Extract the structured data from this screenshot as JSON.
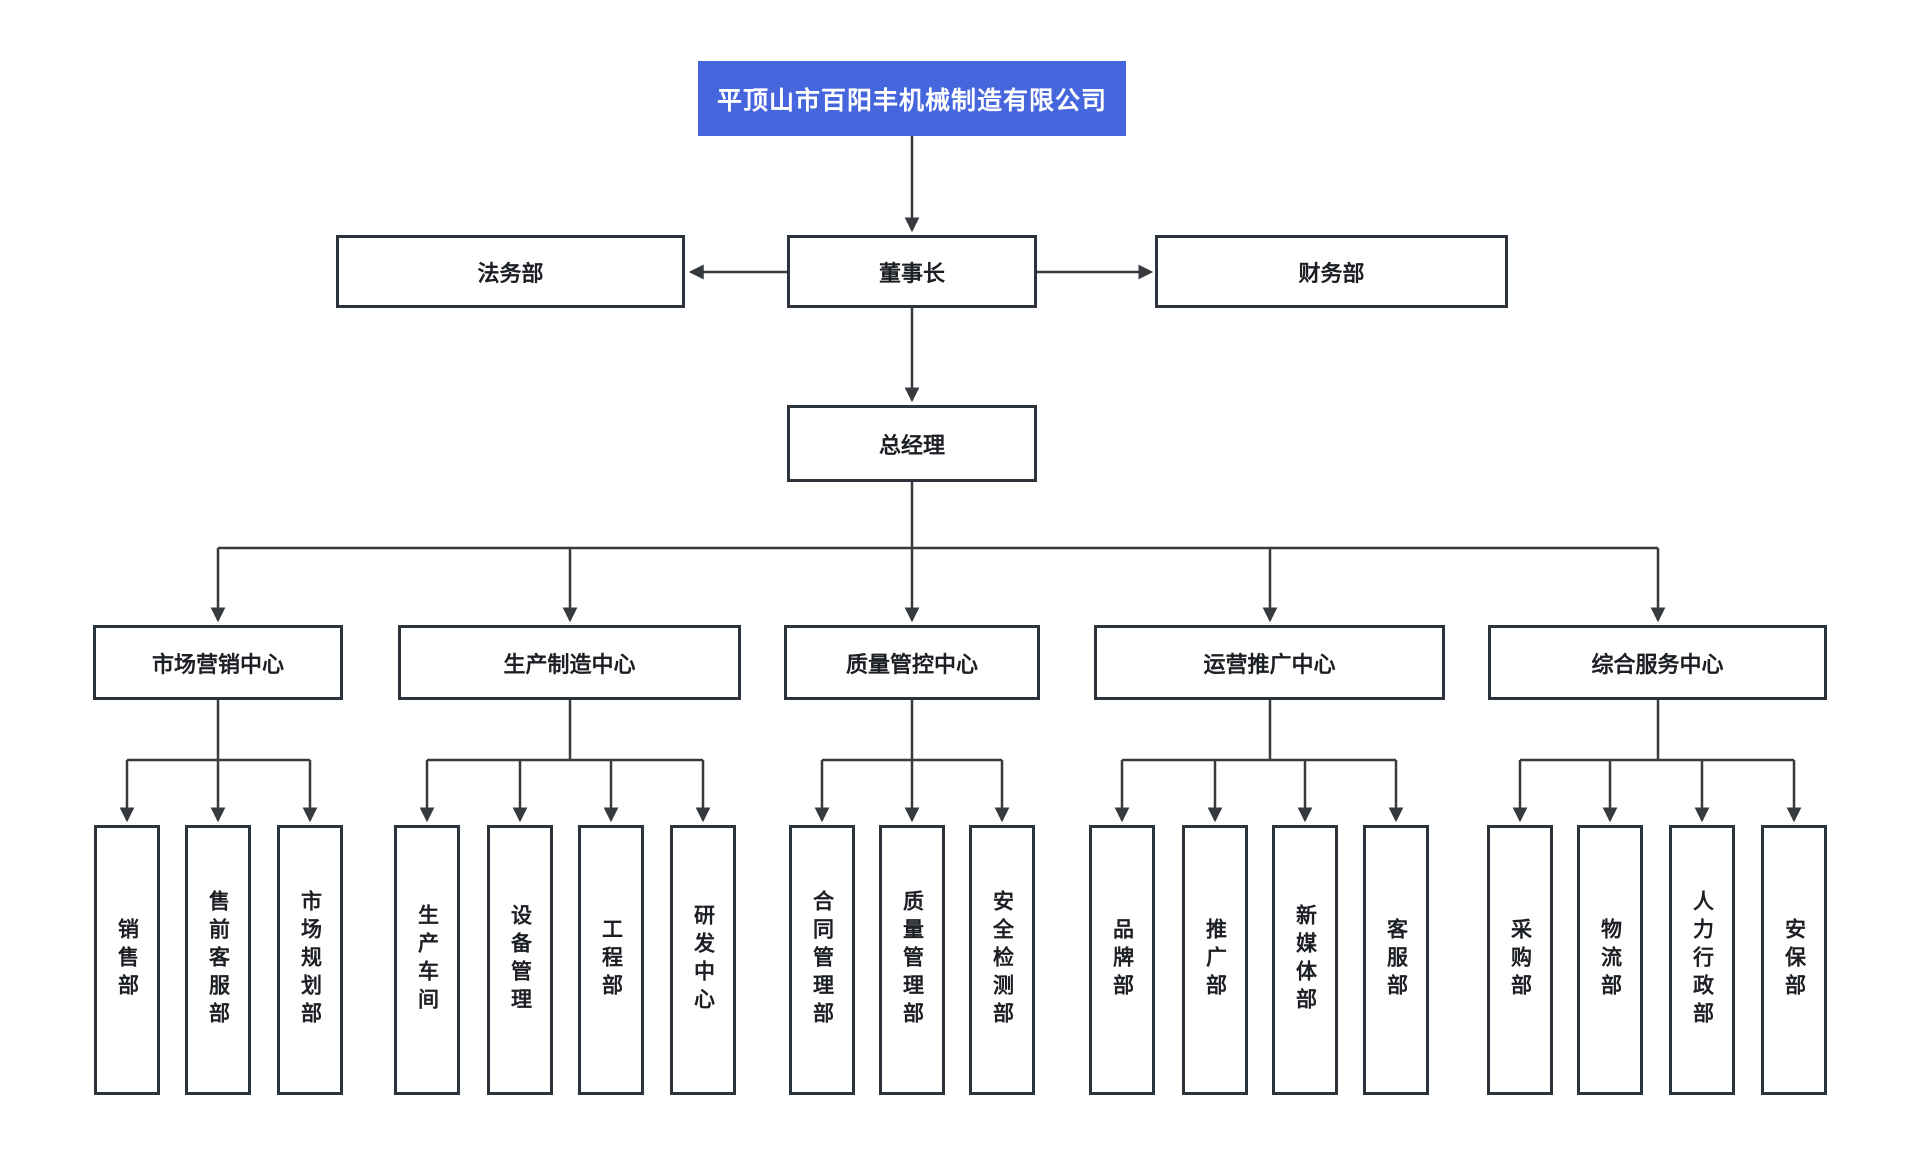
{
  "org": {
    "company": "平顶山市百阳丰机械制造有限公司",
    "chairman": "董事长",
    "legal": "法务部",
    "finance": "财务部",
    "general_manager": "总经理",
    "centers": [
      {
        "label": "市场营销中心",
        "children": [
          "销售部",
          "售前客服部",
          "市场规划部"
        ]
      },
      {
        "label": "生产制造中心",
        "children": [
          "生产车间",
          "设备管理",
          "工程部",
          "研发中心"
        ]
      },
      {
        "label": "质量管控中心",
        "children": [
          "合同管理部",
          "质量管理部",
          "安全检测部"
        ]
      },
      {
        "label": "运营推广中心",
        "children": [
          "品牌部",
          "推广部",
          "新媒体部",
          "客服部"
        ]
      },
      {
        "label": "综合服务中心",
        "children": [
          "采购部",
          "物流部",
          "人力行政部",
          "安保部"
        ]
      }
    ],
    "colors": {
      "accent": "#4666de",
      "line": "#363a3f",
      "box_border": "#2d333b",
      "text": "#1c1f23"
    }
  }
}
